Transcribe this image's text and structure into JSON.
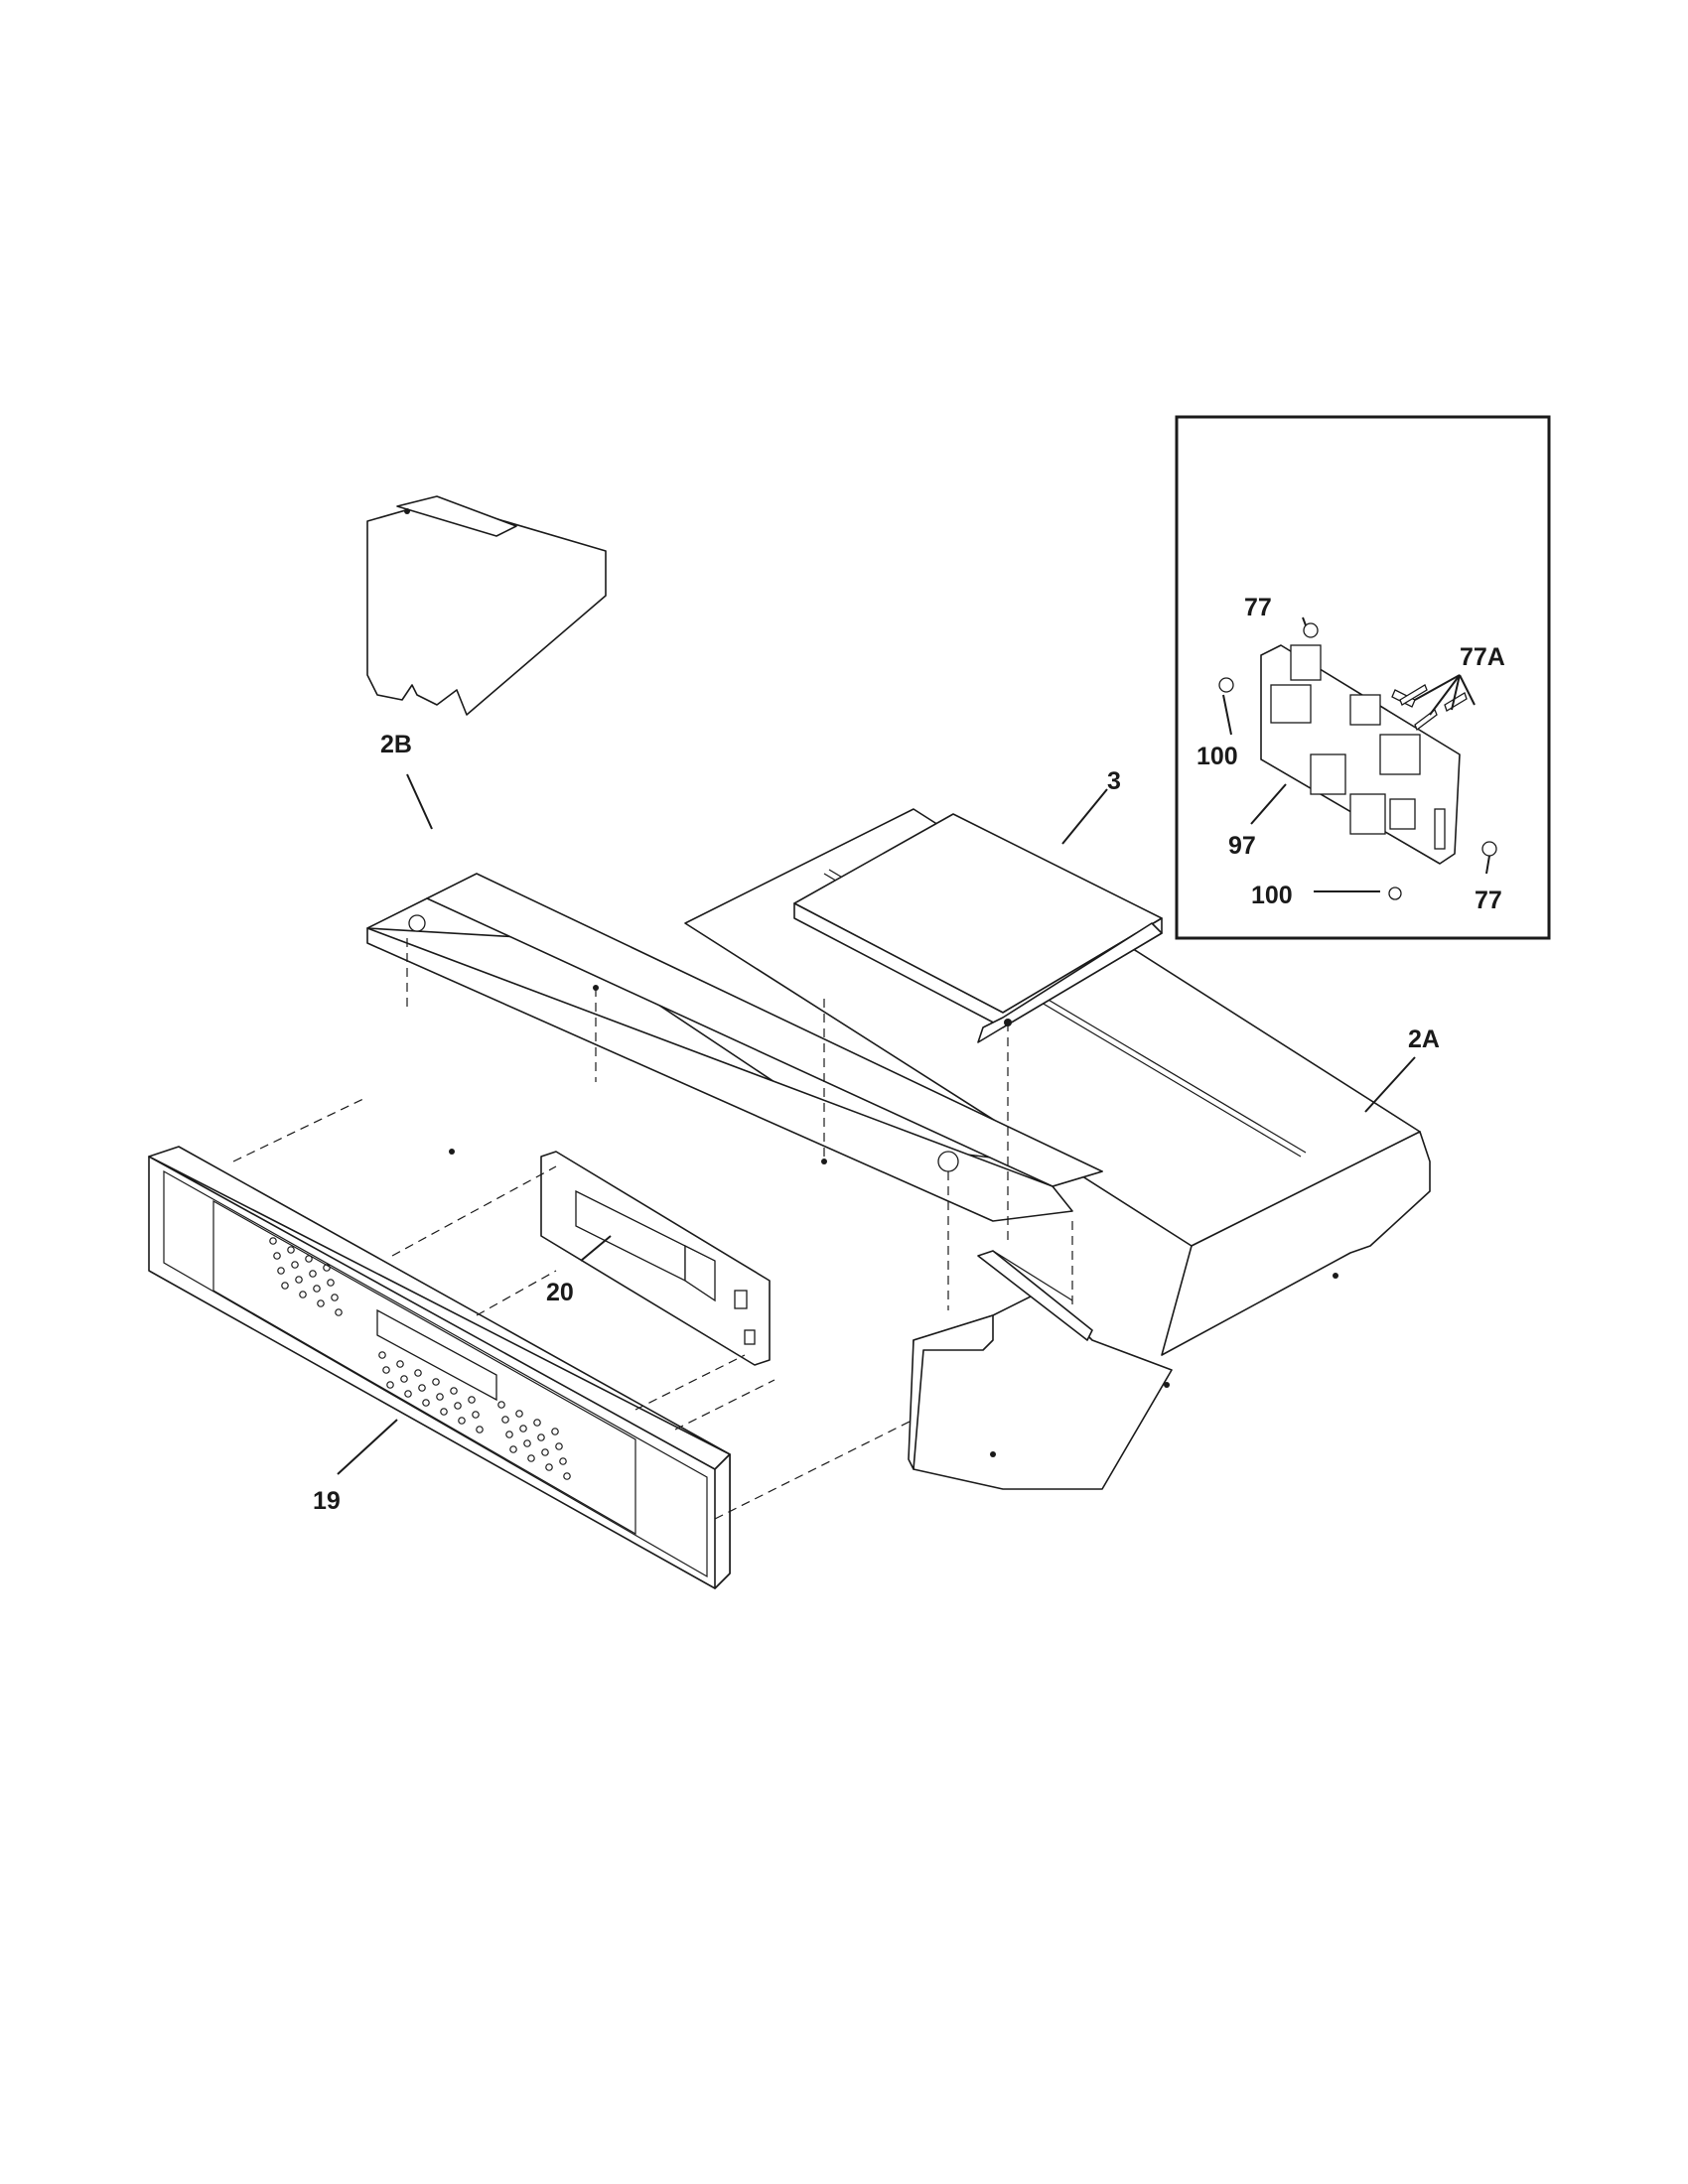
{
  "diagram": {
    "callouts": {
      "top_cover": "2B",
      "module_box": "3",
      "right_panel": "2A",
      "control_board": "20",
      "control_panel": "19"
    },
    "inset": {
      "spacer_top": "77",
      "spacer_bottom": "77",
      "clips": "77A",
      "screw_top": "100",
      "screw_bottom": "100",
      "relay_board": "97"
    }
  }
}
